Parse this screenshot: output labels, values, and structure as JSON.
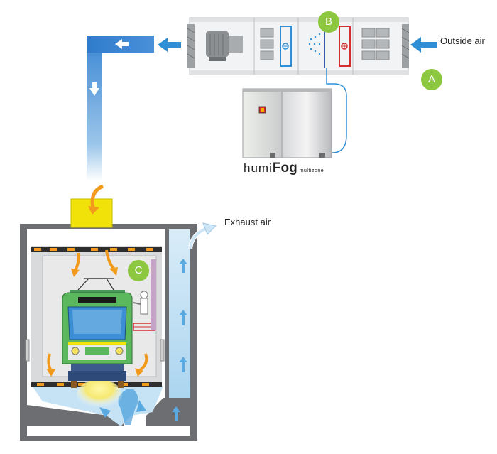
{
  "labels": {
    "outside_air": "Outside air",
    "exhaust_air": "Exhaust air"
  },
  "badges": {
    "a": "A",
    "b": "B",
    "c": "C"
  },
  "brand": {
    "part1": "humi",
    "part2": "Fog",
    "part3": "multizone"
  },
  "colors": {
    "badge_green": "#8dc63f",
    "air_blue": "#2f8fd6",
    "duct_blue_light": "#cfe6f6",
    "yellow": "#f1e30a",
    "booth_gray": "#6d6e71",
    "arrow_orange": "#f29a1c",
    "tram_green": "#5cb85c"
  },
  "icons": [
    "arrow-left-icon",
    "arrow-down-icon",
    "arrow-up-icon",
    "fan-motor-icon",
    "coil-icon",
    "nozzle-icon"
  ]
}
